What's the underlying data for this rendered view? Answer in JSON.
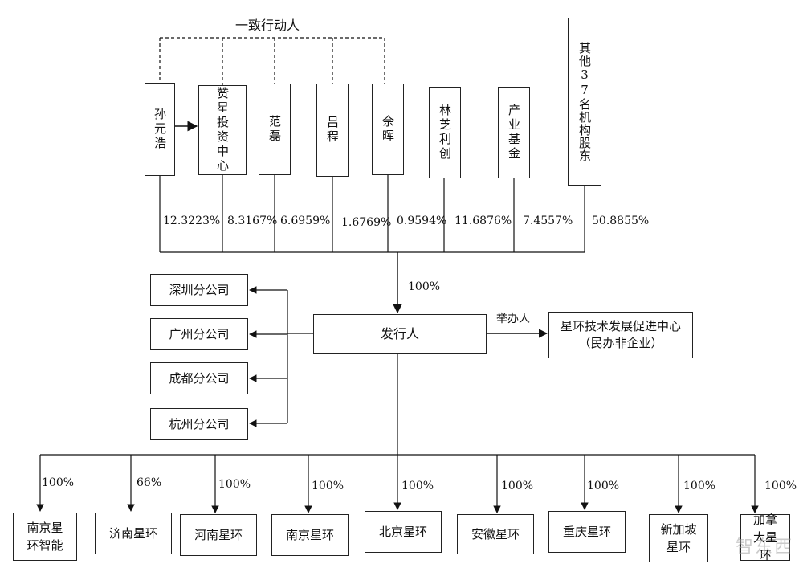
{
  "concert_label": "一致行动人",
  "shareholders": [
    {
      "id": "sun",
      "name": "孙元浩",
      "pct": "12.3223%"
    },
    {
      "id": "zanxing",
      "name": "赞星投资中心",
      "pct": "8.3167%"
    },
    {
      "id": "fan",
      "name": "范磊",
      "pct": "6.6959%"
    },
    {
      "id": "lv",
      "name": "吕程",
      "pct": "1.6769%"
    },
    {
      "id": "yu",
      "name": "佘晖",
      "pct": "0.9594%"
    },
    {
      "id": "linzhi",
      "name": "林芝利创",
      "pct": "11.6876%"
    },
    {
      "id": "chanye",
      "name": "产业基金",
      "pct": "7.4557%"
    },
    {
      "id": "others",
      "name": "其他37名机构股东",
      "pct": "50.8855%"
    }
  ],
  "issuer": {
    "name": "发行人",
    "ownership_pct": "100%"
  },
  "sponsor": {
    "relation": "举办人",
    "name": "星环技术发展促进中心（民办非企业）"
  },
  "branches": [
    "深圳分公司",
    "广州分公司",
    "成都分公司",
    "杭州分公司"
  ],
  "subsidiaries": [
    {
      "name": "南京星环智能",
      "pct": "100%"
    },
    {
      "name": "济南星环",
      "pct": "66%"
    },
    {
      "name": "河南星环",
      "pct": "100%"
    },
    {
      "name": "南京星环",
      "pct": "100%"
    },
    {
      "name": "北京星环",
      "pct": "100%"
    },
    {
      "name": "安徽星环",
      "pct": "100%"
    },
    {
      "name": "重庆星环",
      "pct": "100%"
    },
    {
      "name": "新加坡星环",
      "pct": "100%"
    },
    {
      "name": "加拿大星环",
      "pct": "100%"
    }
  ],
  "watermark": "智东西"
}
